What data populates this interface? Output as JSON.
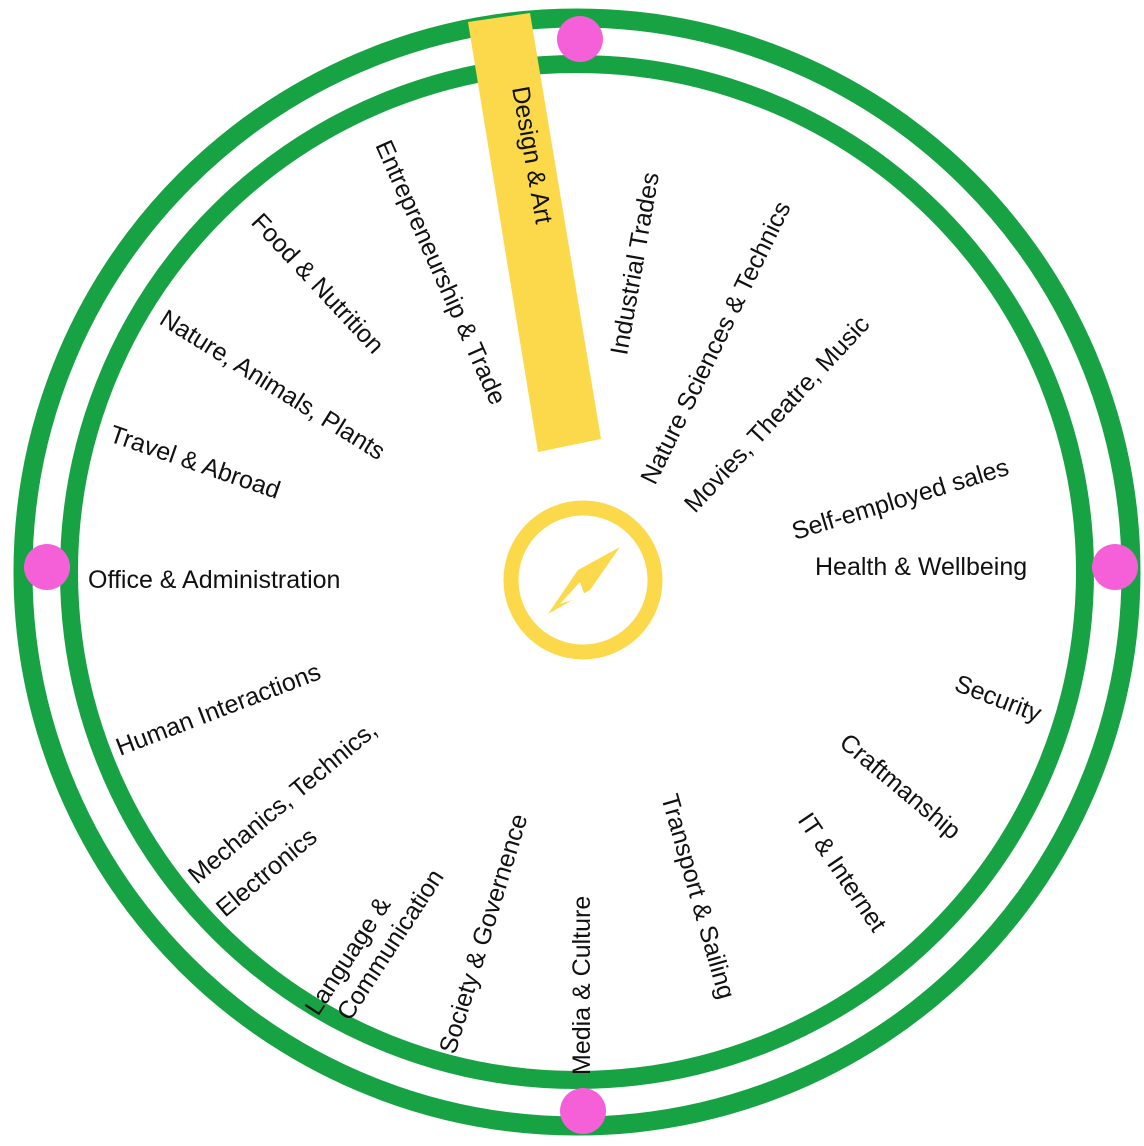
{
  "colors": {
    "ring": "#17a243",
    "highlight": "#fbd94a",
    "dot": "#f560d8",
    "text": "#111111",
    "background": "#ffffff"
  },
  "center_icon": "compass-icon",
  "selected_sector": "Design & Art",
  "sectors": {
    "design_art": "Design & Art",
    "industrial_trades": "Industrial Trades",
    "nature_sciences": "Nature Sciences & Technics",
    "movies_theatre": "Movies, Theatre, Music",
    "self_employed": "Self-employed  sales",
    "health": "Health & Wellbeing",
    "security": "Security",
    "craftmanship": "Craftmanship",
    "it_internet": "IT & Internet",
    "transport": "Transport & Sailing",
    "media_culture": "Media & Culture",
    "society": "Society & Governence",
    "language_1": "Language &",
    "language_2": "Communication",
    "mechanics_1": "Mechanics, Technics,",
    "mechanics_2": "Electronics",
    "human": "Human Interactions",
    "office": "Office & Administration",
    "travel": "Travel & Abroad",
    "nature_animals": "Nature, Animals, Plants",
    "food": "Food & Nutrition",
    "entrepreneurship": "Entrepreneurship & Trade"
  }
}
